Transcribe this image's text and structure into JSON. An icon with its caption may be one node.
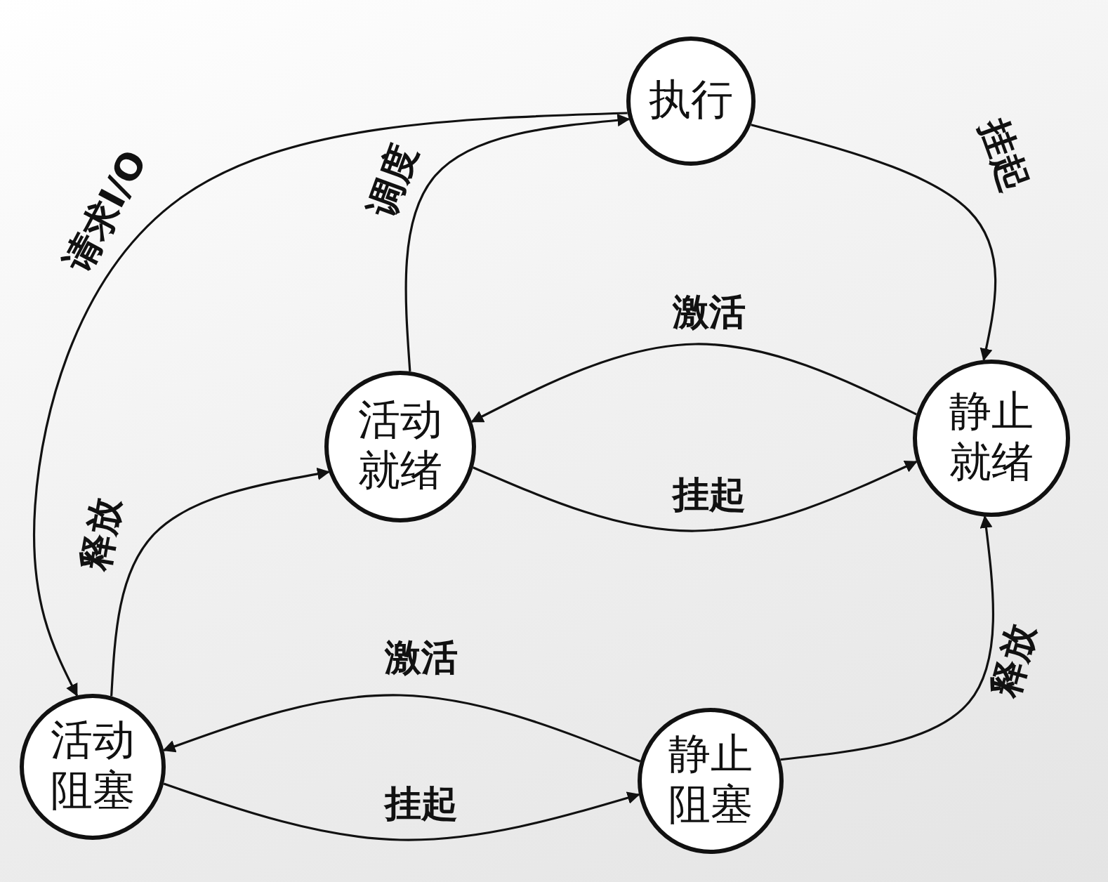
{
  "diagram": {
    "nodes": [
      {
        "text": [
          "执行"
        ]
      },
      {
        "text": [
          "活动就绪"
        ]
      },
      {
        "text": [
          "静止就绪"
        ]
      },
      {
        "text": [
          "活动阻塞"
        ]
      },
      {
        "text": [
          "静止阻塞"
        ]
      }
    ],
    "edges": [
      {
        "from": 1,
        "to": 0,
        "arrow": "to",
        "label": "调度"
      },
      {
        "from": 0,
        "to": 2,
        "arrow": "to",
        "label": "挂起"
      },
      {
        "from": 2,
        "to": 1,
        "arrow": "to",
        "label": "激活"
      },
      {
        "from": 1,
        "to": 2,
        "arrow": "to",
        "label": "挂起"
      },
      {
        "from": 0,
        "to": 3,
        "arrow": "to",
        "label": "请求I/O"
      },
      {
        "from": 3,
        "to": 1,
        "arrow": "to",
        "label": "释放"
      },
      {
        "from": 4,
        "to": 3,
        "arrow": "to",
        "label": "激活"
      },
      {
        "from": 3,
        "to": 4,
        "arrow": "to",
        "label": "挂起"
      },
      {
        "from": 4,
        "to": 2,
        "arrow": "to",
        "label": "释放"
      }
    ]
  }
}
